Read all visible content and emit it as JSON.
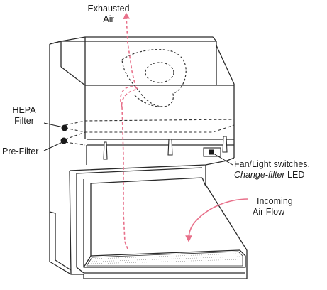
{
  "labels": {
    "exhausted_air_line1": "Exhausted",
    "exhausted_air_line2": "Air",
    "hepa_line1": "HEPA",
    "hepa_line2": "Filter",
    "prefilter": "Pre-Filter",
    "switches_line1": "Fan/Light switches,",
    "switches_line2_italic": "Change-filter",
    "switches_line2_rest": " LED",
    "incoming_line1": "Incoming",
    "incoming_line2": "Air Flow"
  },
  "colors": {
    "outline": "#2a2a2a",
    "airflow": "#e8708a",
    "filter_dash": "#333333",
    "background": "#ffffff"
  }
}
